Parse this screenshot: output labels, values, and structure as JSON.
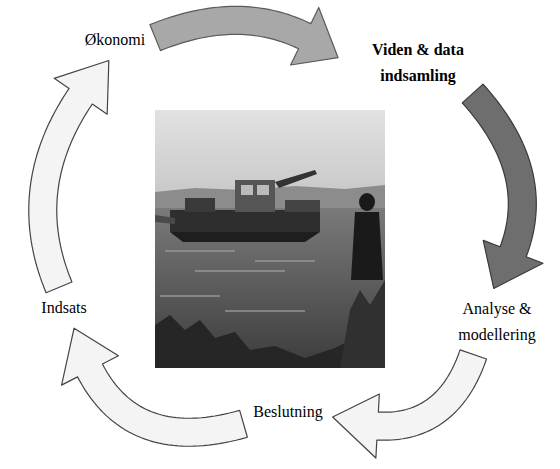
{
  "diagram": {
    "nodes": [
      {
        "text": [
          "Økonomi"
        ]
      },
      {
        "text": [
          "Viden & data indsamling"
        ]
      },
      {
        "text": [
          "Analyse & modellering"
        ]
      },
      {
        "text": [
          "Beslutning"
        ]
      },
      {
        "text": [
          "Indsats"
        ]
      }
    ],
    "edges": [
      {
        "from": 0,
        "to": 1,
        "arrow": "to"
      },
      {
        "from": 1,
        "to": 2,
        "arrow": "to"
      },
      {
        "from": 2,
        "to": 3,
        "arrow": "to"
      },
      {
        "from": 3,
        "to": 4,
        "arrow": "to"
      },
      {
        "from": 4,
        "to": 0,
        "arrow": "to"
      }
    ]
  }
}
